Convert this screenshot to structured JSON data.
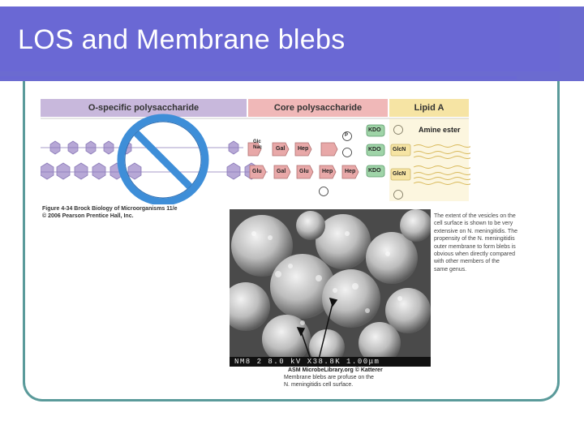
{
  "slide": {
    "title": "LOS and Membrane blebs"
  },
  "figure": {
    "headers": {
      "o_specific": "O-specific polysaccharide",
      "core": "Core polysaccharide",
      "lipid_a": "Lipid A"
    },
    "labels": {
      "amine_ester": "Amine ester",
      "glcnac_hex_top": "Glc",
      "glcnac_hex_bottom": "Nac",
      "gal": "Gal",
      "glu_left": "Glu",
      "gal_lower": "Gal",
      "glu_lower": "Glu",
      "hep1": "Hep",
      "hep2": "Hep",
      "hep3": "Hep",
      "kdo1": "KDO",
      "kdo2": "KDO",
      "kdo3": "KDO",
      "glcn1": "GlcN",
      "glcn2": "GlcN",
      "p": "P"
    },
    "caption_line1": "Figure 4-34  Brock Biology of Microorganisms 11/e",
    "caption_line2": "© 2006 Pearson Prentice Hall, Inc."
  },
  "sem": {
    "scale_bar": "NM8   2      8.0 kV  X38.8K  1.00μm",
    "copyright": "ASM MicrobeLibrary.org © Katterer",
    "caption_line1": "Membrane blebs are profuse on the",
    "caption_line2": "N. meningitidis cell surface."
  },
  "side_caption": {
    "lines": [
      "The extent of the vesicles on the",
      "cell surface is shown to be very",
      "extensive on N. meningitidis. The",
      "propensity of the N. meningitidis",
      "outer membrane to form blebs is",
      "obvious when directly compared",
      "with other members of the",
      "same genus."
    ]
  },
  "colors": {
    "title_bar": "#6a68d4",
    "frame": "#5a9a9a",
    "o_specific_header": "#c8b8dc",
    "core_header": "#f0b8b8",
    "lipid_header": "#f6e4a4",
    "hexagon": "#b7a8d6",
    "no_sign": "#3e8ed8"
  },
  "icons": {
    "no_sign": "prohibition-icon"
  }
}
